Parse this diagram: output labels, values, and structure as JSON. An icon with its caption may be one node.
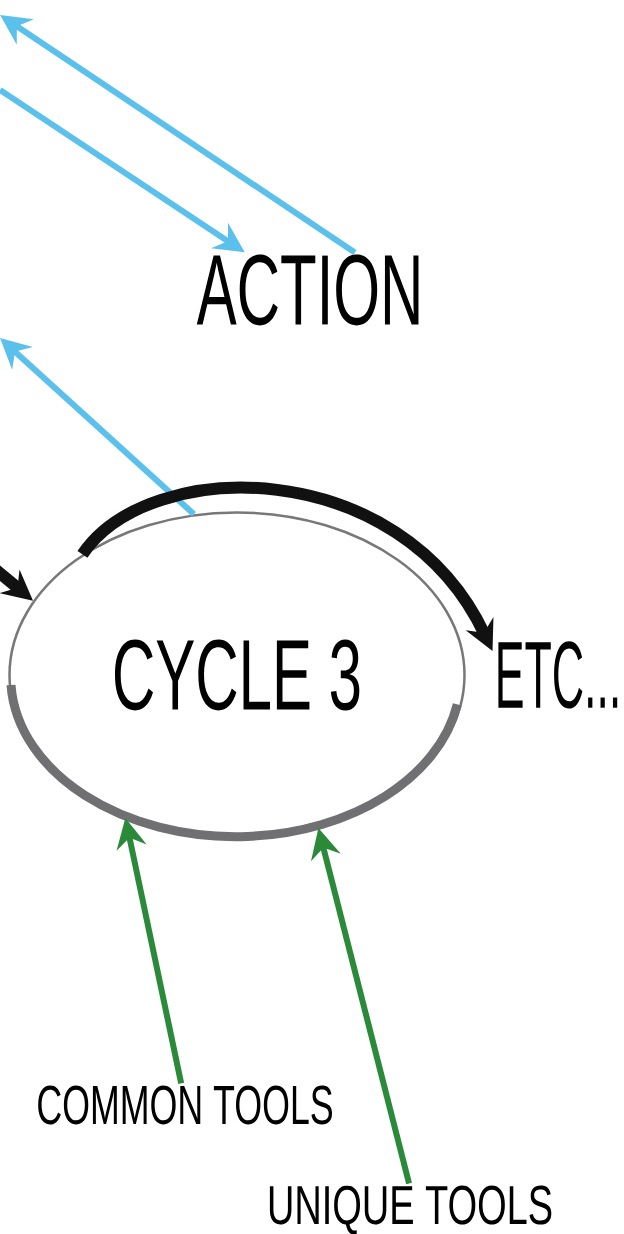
{
  "diagram": {
    "nodes": [
      {
        "text": [
          "ACTION"
        ]
      },
      {
        "text": [
          "CYCLE 3"
        ]
      },
      {
        "text": [
          "ETC..."
        ]
      },
      {
        "text": [
          "COMMON TOOLS"
        ]
      },
      {
        "text": [
          "UNIQUE TOOLS"
        ]
      }
    ],
    "edges": [
      {
        "from": 0,
        "to": null,
        "arrow": "to"
      },
      {
        "from": null,
        "to": 0,
        "arrow": "to"
      },
      {
        "from": 1,
        "to": null,
        "arrow": "to"
      },
      {
        "from": null,
        "to": 1,
        "arrow": "to",
        "color": "#111111",
        "style": "thick"
      },
      {
        "from": 1,
        "to": 2,
        "arrow": "to",
        "color": "#111111",
        "style": "thick"
      },
      {
        "from": 3,
        "to": 1,
        "arrow": "to",
        "color": "#2a8a3a"
      },
      {
        "from": 4,
        "to": 1,
        "arrow": "to",
        "color": "#2a8a3a"
      }
    ]
  }
}
